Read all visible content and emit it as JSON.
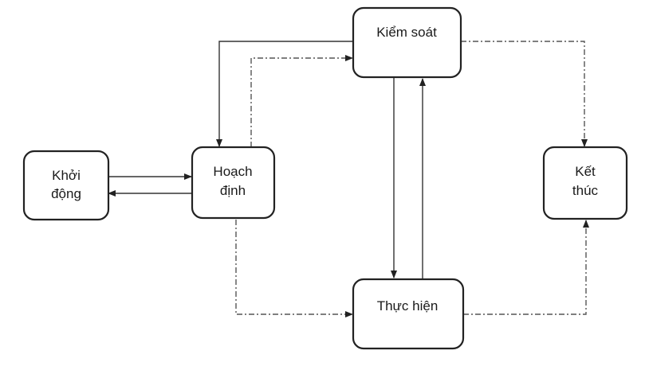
{
  "diagram": {
    "nodes": {
      "khoi_dong": {
        "line1": "Khởi",
        "line2": "động"
      },
      "hoach_dinh": {
        "line1": "Hoạch",
        "line2": "định"
      },
      "kiem_soat": {
        "label": "Kiểm soát"
      },
      "thuc_hien": {
        "label": "Thực hiện"
      },
      "ket_thuc": {
        "line1": "Kết",
        "line2": "thúc"
      }
    },
    "colors": {
      "stroke": "#222222",
      "background": "#ffffff"
    }
  }
}
